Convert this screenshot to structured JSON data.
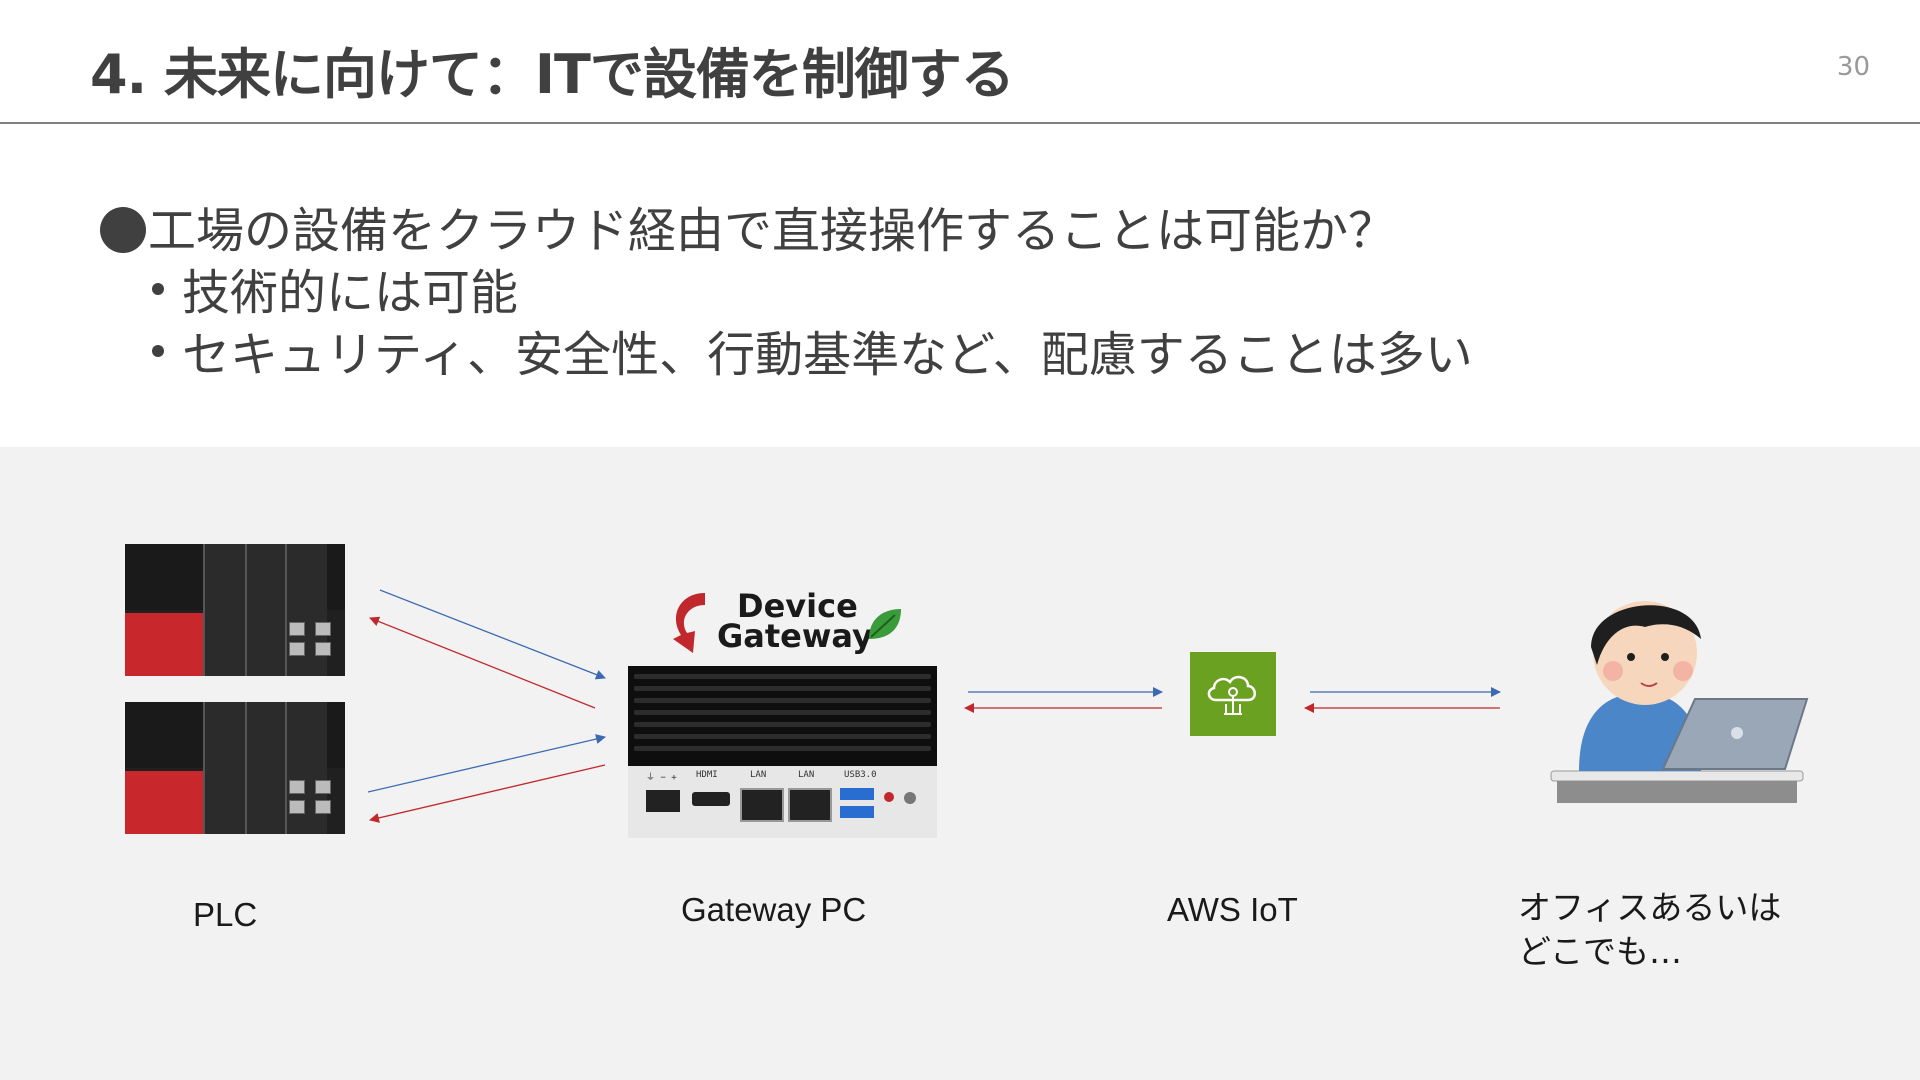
{
  "slide": {
    "title": "4. 未来に向けて：ITで設備を制御する",
    "page_number": "30"
  },
  "bullets": {
    "main": "工場の設備をクラウド経由で直接操作することは可能か？",
    "subs": [
      "技術的には可能",
      "セキュリティ、安全性、行動基準など、配慮することは多い"
    ]
  },
  "diagram": {
    "plc_label": "PLC",
    "gateway_label": "Gateway PC",
    "aws_label": "AWS IoT",
    "office_label": "オフィスあるいは\nどこでも…",
    "logo_line1": "Device",
    "logo_line2": "Gateway",
    "colors": {
      "arrow_blue": "#3a6ab0",
      "arrow_red": "#c0282d",
      "aws_green": "#6aa121",
      "diagram_bg": "#f2f2f2"
    },
    "icons": [
      "plc-device-image",
      "device-gateway-logo",
      "gateway-pc-image",
      "aws-iot-icon",
      "office-worker-illustration"
    ]
  }
}
